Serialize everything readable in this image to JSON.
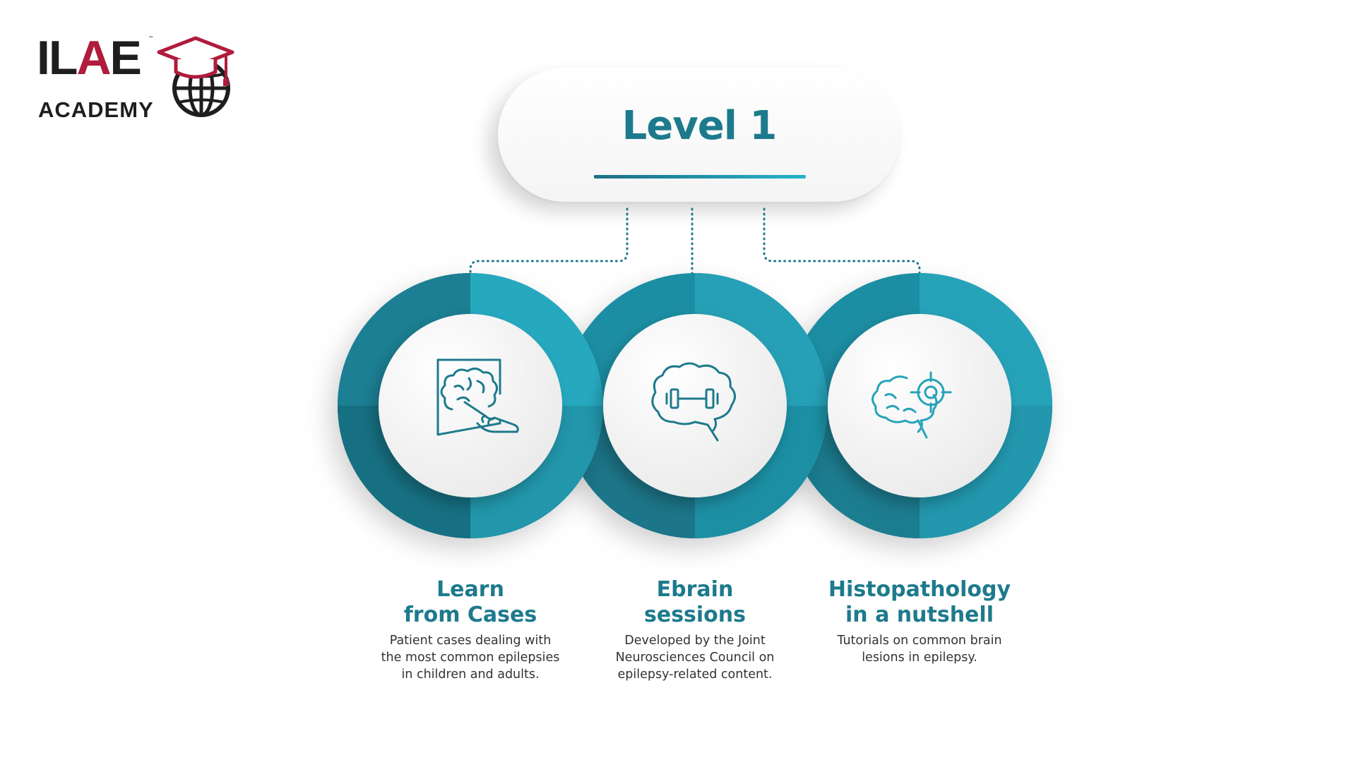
{
  "logo": {
    "word": "ILAE",
    "tm": "™",
    "subtitle": "ACADEMY",
    "cap_icon": "graduation-cap-globe-icon"
  },
  "header": {
    "title": "Level 1"
  },
  "items": [
    {
      "icon": "brain-touchscreen-icon",
      "title_lines": [
        "Learn",
        "from Cases"
      ],
      "desc_lines": [
        "Patient cases dealing with",
        "the most common epilepsies",
        "in children and adults."
      ]
    },
    {
      "icon": "brain-dumbbell-icon",
      "title_lines": [
        "Ebrain",
        "sessions"
      ],
      "desc_lines": [
        "Developed by the Joint",
        "Neurosciences Council on",
        "epilepsy-related content."
      ]
    },
    {
      "icon": "brain-target-icon",
      "title_lines": [
        "Histopathology",
        "in a nutshell"
      ],
      "desc_lines": [
        "Tutorials on common brain",
        "lesions in epilepsy."
      ]
    }
  ],
  "colors": {
    "teal_dark": "#1b7486",
    "teal_mid": "#1f8ea3",
    "teal_light": "#27a9bf",
    "title": "#1d7a8c",
    "logo_red": "#b01c3c",
    "logo_dark": "#1e1e1e"
  }
}
